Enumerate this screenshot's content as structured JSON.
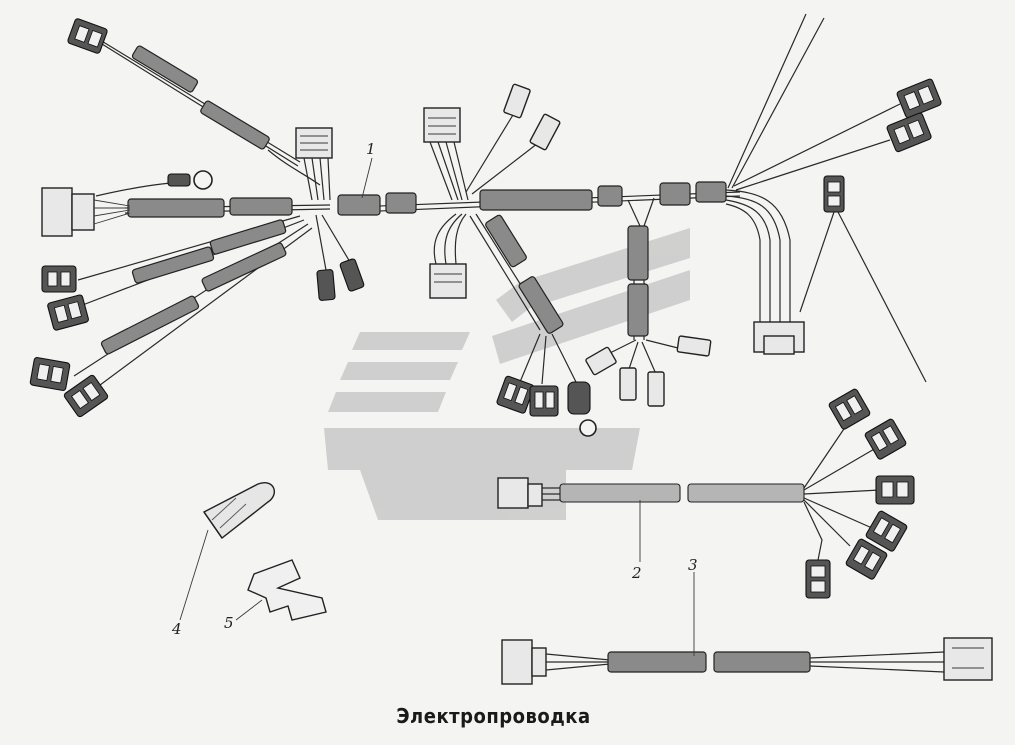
{
  "caption": "Электропроводка",
  "callouts": [
    "1",
    "2",
    "3",
    "4",
    "5"
  ],
  "colors": {
    "background": "#f4f4f2",
    "ink": "#222222",
    "watermark": "#c9c9c9"
  }
}
